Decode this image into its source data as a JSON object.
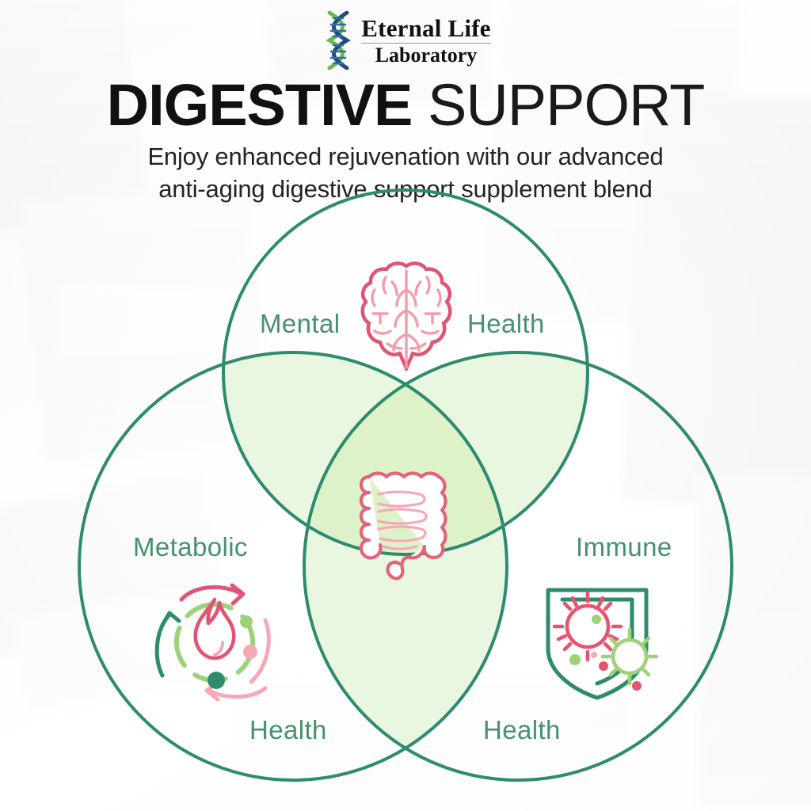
{
  "brand": {
    "logo_icon": "dna-helix-icon",
    "name_line1": "Eternal Life",
    "name_line2": "Laboratory",
    "dna_green": "#6aba45",
    "dna_blue": "#1f4e79"
  },
  "header": {
    "title_bold": "DIGESTIVE",
    "title_light": " SUPPORT",
    "subtitle_line1": "Enjoy enhanced rejuvenation with our advanced",
    "subtitle_line2": "anti-aging digestive support supplement blend"
  },
  "venn": {
    "stroke_color": "#2e8b6e",
    "pair_overlap_color": "#eaf7e0",
    "center_overlap_color": "#ddf2c8",
    "label_color": "#45916f",
    "circles": [
      {
        "id": "mental-health",
        "label_left": "Mental",
        "label_right": "Health",
        "icon": "brain-icon"
      },
      {
        "id": "metabolic-health",
        "label_top": "Metabolic",
        "label_bottom": "Health",
        "icon": "metabolism-flame-icon"
      },
      {
        "id": "immune-health",
        "label_top": "Immune",
        "label_bottom": "Health",
        "icon": "immune-shield-icon"
      }
    ],
    "center": {
      "id": "digestive-core",
      "icon": "intestine-icon"
    },
    "labels": {
      "mental": "Mental",
      "mental_health": "Health",
      "metabolic": "Metabolic",
      "metabolic_health": "Health",
      "immune": "Immune",
      "immune_health": "Health"
    }
  },
  "palette": {
    "pink_dark": "#e05573",
    "pink_mid": "#ef8ea0",
    "pink_light": "#f7b8c2",
    "green_dark": "#2e8b6e",
    "green_mid": "#8dc76a",
    "green_light": "#b3dd8f"
  }
}
